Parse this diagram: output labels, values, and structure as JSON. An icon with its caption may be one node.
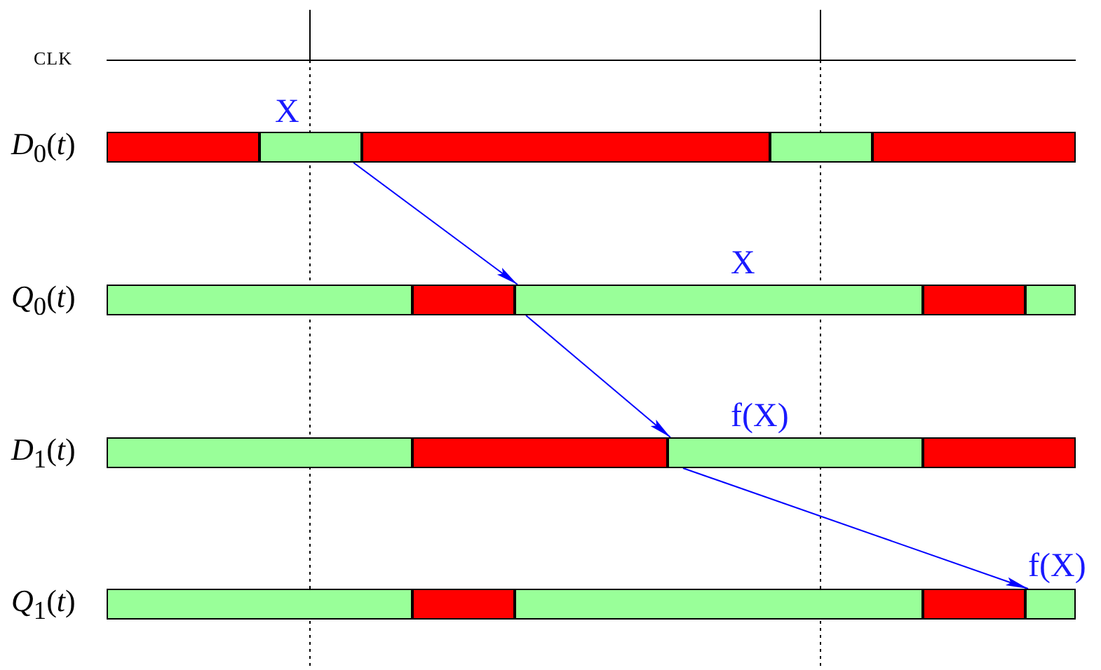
{
  "diagram": {
    "nodes": [
      {
        "text": [],
        "shape": "bar"
      },
      {
        "text": [],
        "shape": "bar"
      },
      {
        "text": [],
        "shape": "bar"
      },
      {
        "text": [],
        "shape": "bar"
      },
      {
        "text": [],
        "shape": "bar"
      },
      {
        "text": [],
        "shape": "bar"
      },
      {
        "text": [],
        "shape": "bar"
      },
      {
        "text": [],
        "shape": "bar"
      },
      {
        "text": [],
        "shape": "bar"
      },
      {
        "text": [],
        "shape": "bar"
      },
      {
        "text": [],
        "shape": "bar"
      },
      {
        "text": [],
        "shape": "bar"
      },
      {
        "text": [],
        "shape": "bar"
      },
      {
        "text": [],
        "shape": "bar"
      },
      {
        "text": [],
        "shape": "bar"
      },
      {
        "text": [],
        "shape": "bar"
      },
      {
        "text": [],
        "shape": "bar"
      },
      {
        "text": [],
        "shape": "bar"
      },
      {
        "text": [],
        "shape": "bar"
      }
    ],
    "edges": [
      {
        "from": 1,
        "to": 7,
        "arrow": "to"
      },
      {
        "from": 7,
        "to": 12,
        "arrow": "to"
      },
      {
        "from": 12,
        "to": 18,
        "arrow": "to"
      }
    ],
    "labels": [
      "CLK",
      "X",
      "*D*$_{0}$(*t*)",
      "X",
      "*Q*$_{0}$(*t*)",
      "f(X)",
      "*D*$_{1}$(*t*)",
      "f(X)",
      "*Q*$_{1}$(*t*)"
    ]
  }
}
